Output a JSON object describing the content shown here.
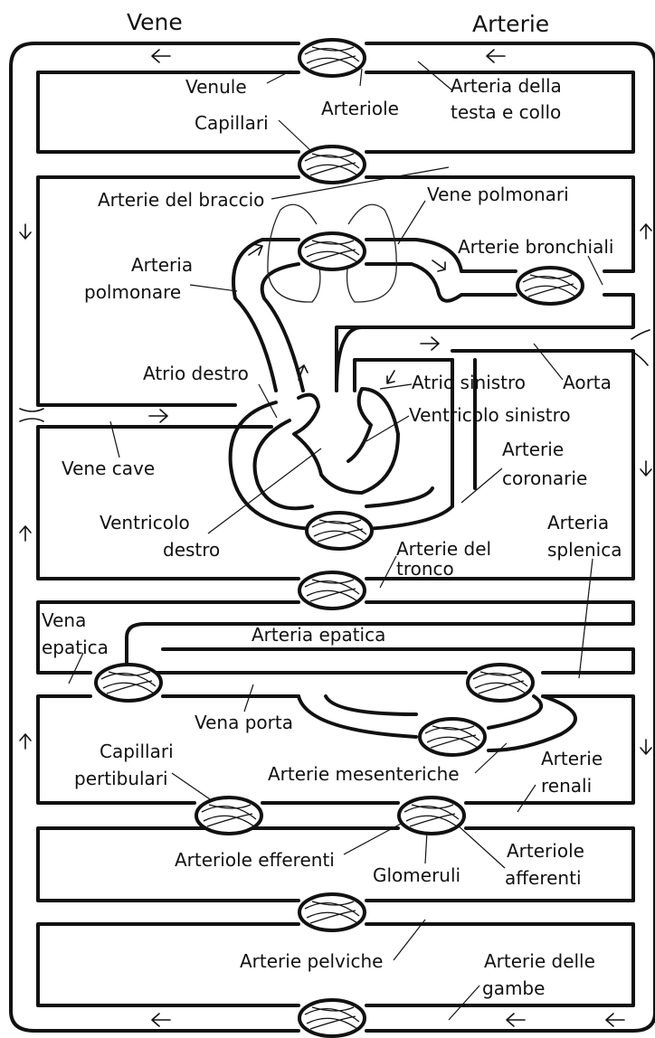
{
  "headers": {
    "veins": "Vene",
    "arteries": "Arterie"
  },
  "labels": {
    "venule": "Venule",
    "arteriole": "Arteriole",
    "head_neck_1": "Arteria della",
    "head_neck_2": "testa e collo",
    "capillari": "Capillari",
    "arm_arteries": "Arterie del braccio",
    "pulm_veins": "Vene polmonari",
    "pulm_artery_1": "Arteria",
    "pulm_artery_2": "polmonare",
    "bronchial": "Arterie bronchiali",
    "right_atrium": "Atrio destro",
    "left_atrium": "Atrio sinistro",
    "aorta": "Aorta",
    "left_ventricle": "Ventricolo sinistro",
    "vena_cava": "Vene cave",
    "coronary_1": "Arterie",
    "coronary_2": "coronarie",
    "right_ventricle_1": "Ventricolo",
    "right_ventricle_2": "destro",
    "splenic_1": "Arteria",
    "splenic_2": "splenica",
    "trunk_1": "Arterie del",
    "trunk_2": "tronco",
    "hepatic_vein_1": "Vena",
    "hepatic_vein_2": "epatica",
    "hepatic_artery": "Arteria epatica",
    "portal_vein": "Vena porta",
    "peritubular_1": "Capillari",
    "peritubular_2": "pertibulari",
    "renal_1": "Arterie",
    "renal_2": "renali",
    "mesenteric": "Arterie mesenteriche",
    "efferent": "Arteriole efferenti",
    "glomeruli": "Glomeruli",
    "afferent_1": "Arteriole",
    "afferent_2": "afferenti",
    "pelvic": "Arterie pelviche",
    "legs_1": "Arterie delle",
    "legs_2": "gambe"
  }
}
